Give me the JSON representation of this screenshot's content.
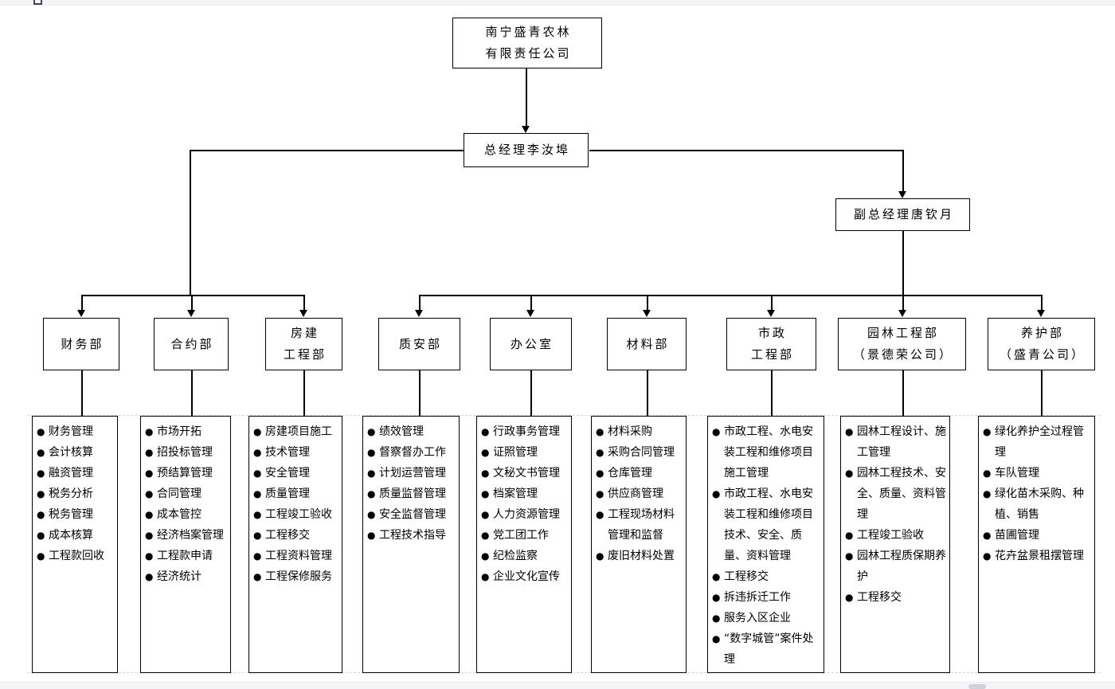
{
  "window": {
    "top_bar_color": "#f4f5f7",
    "bottom_bar_color": "#f4f5f7",
    "line_color": "#000000"
  },
  "org": {
    "company": {
      "lines": [
        "南宁盛青农林",
        "有限责任公司"
      ]
    },
    "general_manager": {
      "label": "总经理李汝埠"
    },
    "deputy_general_manager": {
      "label": "副总经理唐钦月"
    },
    "departments": [
      {
        "name_lines": [
          "财务部"
        ],
        "duties": [
          "财务管理",
          "会计核算",
          "融资管理",
          "税务分析",
          "税务管理",
          "成本核算",
          "工程款回收"
        ]
      },
      {
        "name_lines": [
          "合约部"
        ],
        "duties": [
          "市场开拓",
          "招投标管理",
          "预结算管理",
          "合同管理",
          "成本管控",
          "经济档案管理",
          "工程款申请",
          "经济统计"
        ]
      },
      {
        "name_lines": [
          "房建",
          "工程部"
        ],
        "duties": [
          "房建项目施工",
          "技术管理",
          "安全管理",
          "质量管理",
          "工程竣工验收",
          "工程移交",
          "工程资料管理",
          "工程保修服务"
        ]
      },
      {
        "name_lines": [
          "质安部"
        ],
        "duties": [
          "绩效管理",
          "督察督办工作",
          "计划运营管理",
          "质量监督管理",
          "安全监督管理",
          "工程技术指导"
        ]
      },
      {
        "name_lines": [
          "办公室"
        ],
        "duties": [
          "行政事务管理",
          "证照管理",
          "文秘文书管理",
          "档案管理",
          "人力资源管理",
          "党工团工作",
          "纪检监察",
          "企业文化宣传"
        ]
      },
      {
        "name_lines": [
          "材料部"
        ],
        "duties": [
          "材料采购",
          "采购合同管理",
          "仓库管理",
          "供应商管理",
          "工程现场材料管理和监督",
          "废旧材料处置"
        ]
      },
      {
        "name_lines": [
          "市政",
          "工程部"
        ],
        "duties": [
          "市政工程、水电安装工程和维修项目施工管理",
          "市政工程、水电安装工程和维修项目技术、安全、质量、资料管理",
          "工程移交",
          "拆违拆迁工作",
          "服务入区企业",
          "“数字城管”案件处理"
        ]
      },
      {
        "name_lines": [
          "园林工程部",
          "（景德荣公司）"
        ],
        "duties": [
          "园林工程设计、施工管理",
          "园林工程技术、安全、质量、资料管理",
          "工程竣工验收",
          "园林工程质保期养护",
          "工程移交"
        ]
      },
      {
        "name_lines": [
          "养护部",
          "（盛青公司）"
        ],
        "duties": [
          "绿化养护全过程管理",
          "车队管理",
          "绿化苗木采购、种植、销售",
          "苗圃管理",
          "花卉盆景租摆管理"
        ]
      }
    ]
  }
}
